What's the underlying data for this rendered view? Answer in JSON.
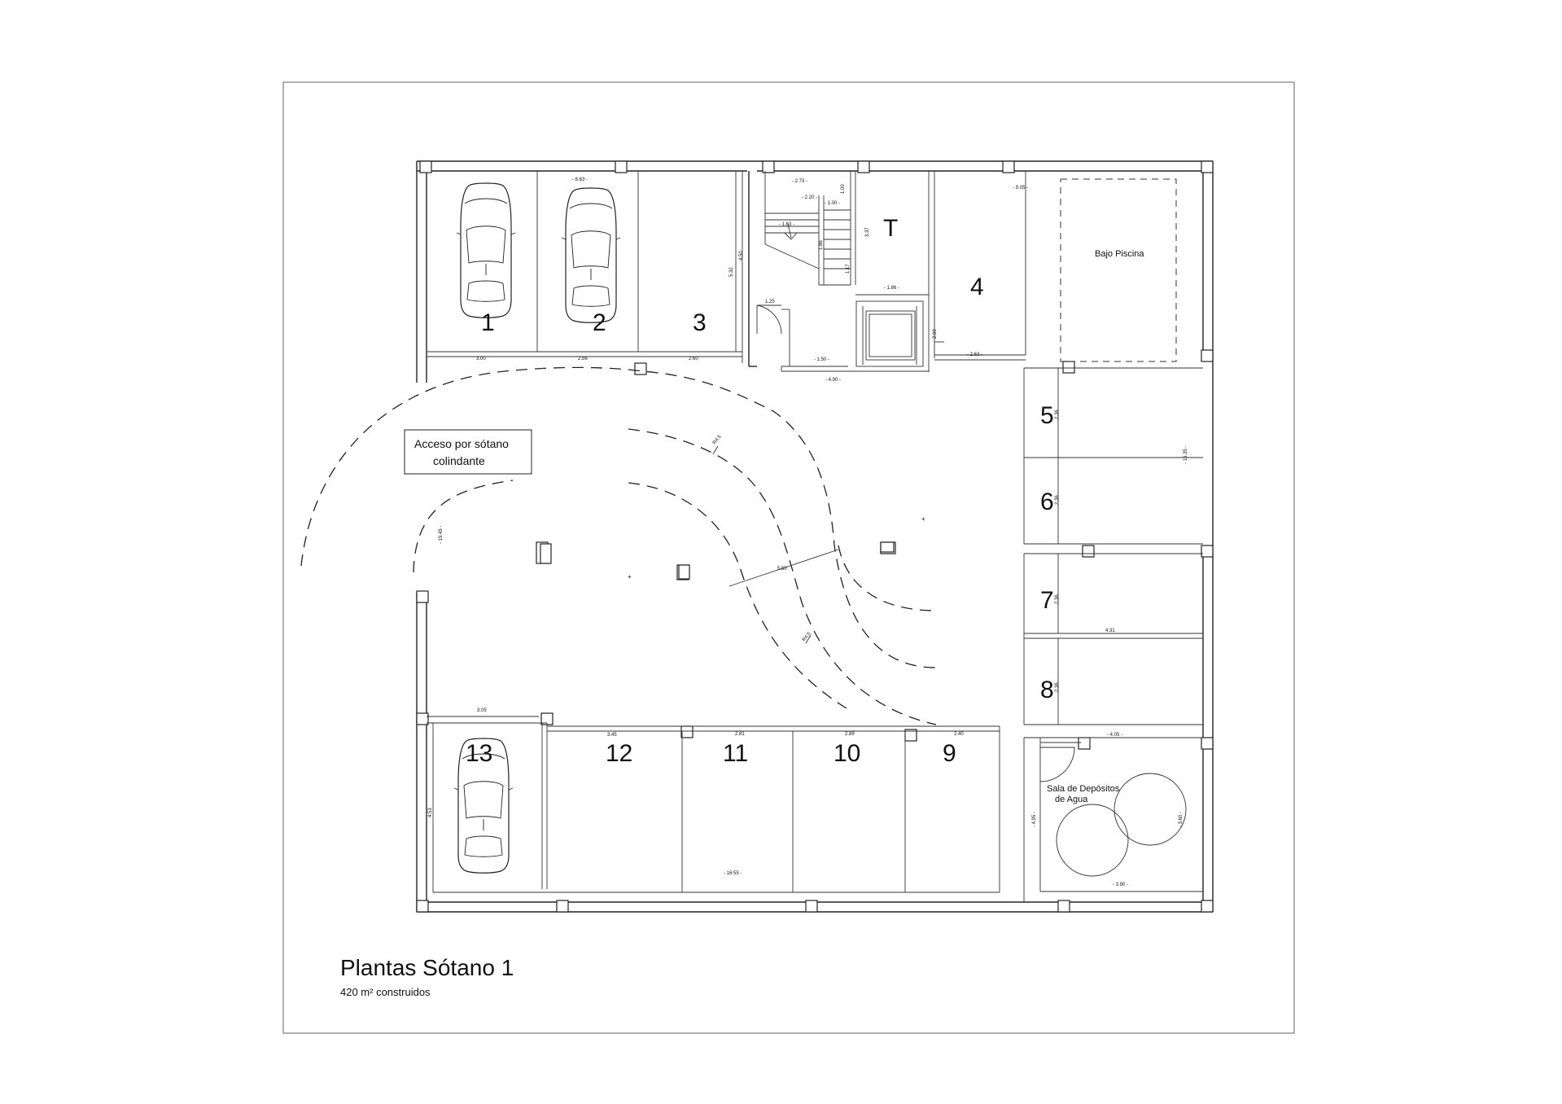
{
  "title": "Plantas Sótano 1",
  "subtitle": "420 m² construidos",
  "access_note": [
    "Acceso por sótano",
    "colindante"
  ],
  "labels": {
    "stair_t": "T",
    "pool": "Bajo Piscina",
    "water_room": [
      "Sala de Depósitos",
      "de Agua"
    ]
  },
  "spaces": [
    "1",
    "2",
    "3",
    "4",
    "5",
    "6",
    "7",
    "8",
    "9",
    "10",
    "11",
    "12",
    "13"
  ],
  "dimensions": {
    "top_total": "- 8.63 -",
    "top_a": "3.00",
    "top_b": "2.56",
    "top_c": "2.60",
    "top_depth": "4.50",
    "top_depth2": "5.32",
    "door": "1.25",
    "stair_a": "- 2.73 -",
    "stair_b": "- 2.20 -",
    "stair_c": "- 1.00 -",
    "stair_d": "1.00",
    "stair_e": "- 1.63 -",
    "stair_f": "1.86",
    "stair_g": "1.17",
    "stair_h": "3.37",
    "lift_w": "- 1.86 -",
    "lift_h": "2.00",
    "stair_base": "- 1.50 -",
    "core_w": "- 4.90 -",
    "sp4_w": "- 2.63 -",
    "right_top": "- 9.05 -",
    "right_depth": "- 15.35 -",
    "sp5": "2.36",
    "sp6": "2.36",
    "sp7": "2.36",
    "sp8": "2.36",
    "right_w": "4.31",
    "right_w2": "- 4.05 -",
    "ramp_r1": "R4.5",
    "ramp_w": "5.50",
    "ramp_r2": "R4.5",
    "access_depth": "- 19.45 -",
    "bottom_a": "3.05",
    "bottom_b": "3.45",
    "bottom_c": "2.81",
    "bottom_d": "2.89",
    "bottom_e": "2.40",
    "bottom_total": "- 16.55 -",
    "bottom_depth": "4.53",
    "water_h": "- 4.95 -",
    "water_w": "- 3.90 -",
    "tank_d": "- 3.60 -"
  }
}
